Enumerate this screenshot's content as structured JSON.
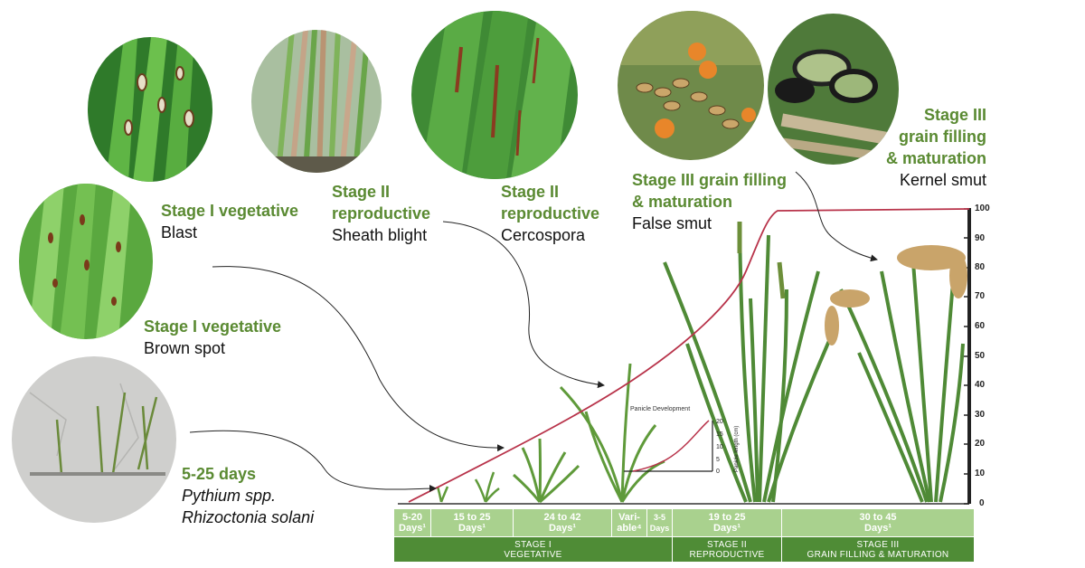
{
  "labels": {
    "blast": {
      "stage": "Stage I vegetative",
      "disease": "Blast"
    },
    "brown_spot": {
      "stage": "Stage I vegetative",
      "disease": "Brown spot"
    },
    "seedling": {
      "stage": "5-25 days",
      "disease1": "Pythium spp.",
      "disease2": "Rhizoctonia solani"
    },
    "sheath_blight": {
      "stage_l1": "Stage II",
      "stage_l2": "reproductive",
      "disease": "Sheath blight"
    },
    "cercospora": {
      "stage_l1": "Stage II",
      "stage_l2": "reproductive",
      "disease": "Cercospora"
    },
    "false_smut": {
      "stage_l1": "Stage III grain filling",
      "stage_l2": "& maturation",
      "disease": "False smut"
    },
    "kernel_smut": {
      "stage_l1": "Stage III",
      "stage_l2": "grain filling",
      "stage_l3": "& maturation",
      "disease": "Kernel smut"
    }
  },
  "diagram": {
    "panicle_title": "Panicle Development",
    "panicle_axis_label": "Panicle length (cm)",
    "panicle_ticks": [
      "20",
      "15",
      "10",
      "5",
      "0"
    ],
    "y_ticks": [
      "100",
      "90",
      "80",
      "70",
      "60",
      "50",
      "40",
      "30",
      "20",
      "10",
      "0"
    ]
  },
  "timeline": {
    "durations": [
      {
        "l1": "5-20",
        "l2": "Days¹"
      },
      {
        "l1": "15 to 25",
        "l2": "Days¹"
      },
      {
        "l1": "24 to 42",
        "l2": "Days¹"
      },
      {
        "l1": "Vari-",
        "l2": "able⁴"
      },
      {
        "l1": "3-5",
        "l2": "Days"
      },
      {
        "l1": "19 to 25",
        "l2": "Days¹"
      },
      {
        "l1": "30 to 45",
        "l2": "Days¹"
      }
    ],
    "stages": [
      {
        "l1": "STAGE I",
        "l2": "VEGETATIVE"
      },
      {
        "l1": "STAGE II",
        "l2": "REPRODUCTIVE"
      },
      {
        "l1": "STAGE III",
        "l2": "GRAIN FILLING & MATURATION"
      }
    ]
  },
  "colors": {
    "accent_green": "#5a8a32",
    "timeline_light": "#a9d18e",
    "timeline_dark": "#4f8c36",
    "growth_curve": "#b8334a"
  }
}
